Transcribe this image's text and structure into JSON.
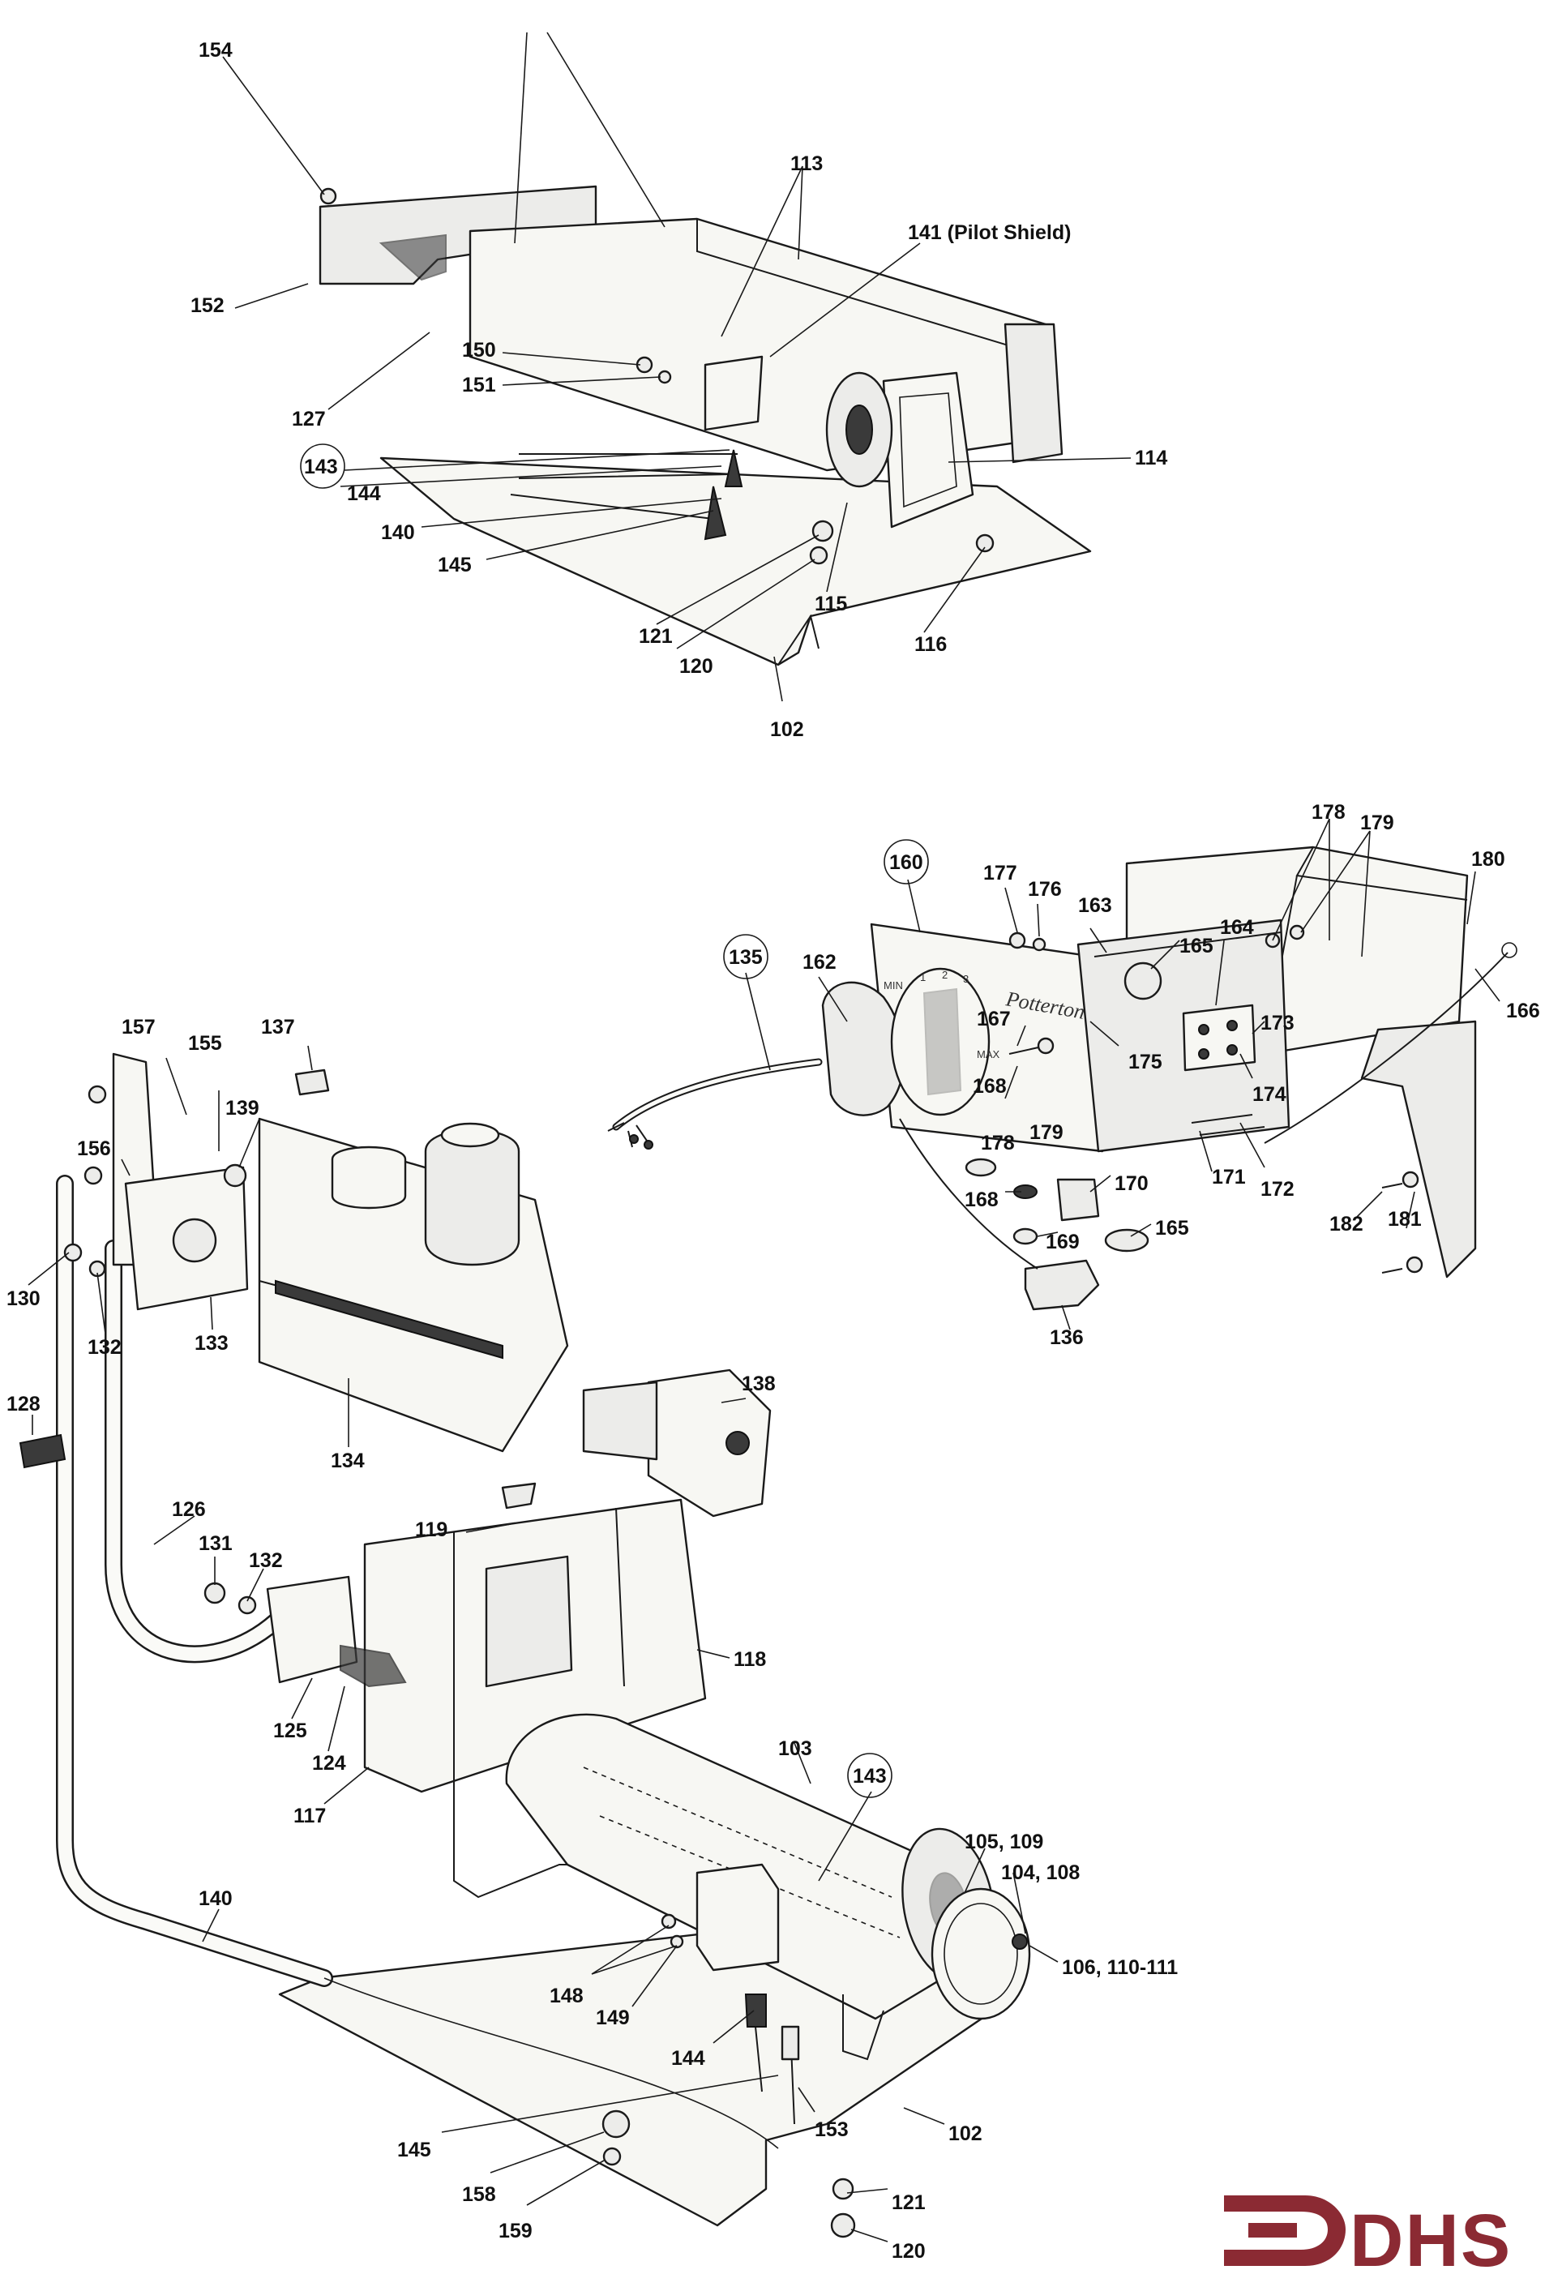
{
  "labels_top": {
    "l154": "154",
    "l113": "113",
    "l141": "141 (Pilot Shield)",
    "l152": "152",
    "l150": "150",
    "l151": "151",
    "l127": "127",
    "l143": "143",
    "l144": "144",
    "l114": "114",
    "l140": "140",
    "l145": "145",
    "l115": "115",
    "l116": "116",
    "l121": "121",
    "l120": "120",
    "l102": "102"
  },
  "labels_control": {
    "l178a": "178",
    "l179a": "179",
    "l160": "160",
    "l177": "177",
    "l176": "176",
    "l163": "163",
    "l180": "180",
    "l135": "135",
    "l162": "162",
    "l165a": "165",
    "l164": "164",
    "l166": "166",
    "l173": "173",
    "l175": "175",
    "l167": "167",
    "l168a": "168",
    "l174": "174",
    "l178b": "178",
    "l179b": "179",
    "l171": "171",
    "l172": "172",
    "l170": "170",
    "l168b": "168",
    "l182": "182",
    "l181": "181",
    "l165b": "165",
    "l169": "169",
    "l136": "136"
  },
  "labels_bottom": {
    "l157": "157",
    "l137": "137",
    "l155": "155",
    "l139": "139",
    "l156": "156",
    "l130": "130",
    "l132a": "132",
    "l133": "133",
    "l128": "128",
    "l134": "134",
    "l138": "138",
    "l119": "119",
    "l126": "126",
    "l131": "131",
    "l132b": "132",
    "l118": "118",
    "l125": "125",
    "l124": "124",
    "l103": "103",
    "l143": "143",
    "l117": "117",
    "l105_109": "105, 109",
    "l104_108": "104, 108",
    "l106_110": "106, 110-111",
    "l140": "140",
    "l148": "148",
    "l149": "149",
    "l144": "144",
    "l153": "153",
    "l102": "102",
    "l145": "145",
    "l158": "158",
    "l159": "159",
    "l121": "121",
    "l120": "120"
  },
  "control_markings": {
    "brand": "Potterton",
    "min": "MIN",
    "max": "MAX",
    "d1": "1",
    "d2": "2",
    "d3": "3"
  },
  "logo": {
    "text": "DHS",
    "color": "#8b2a33"
  }
}
